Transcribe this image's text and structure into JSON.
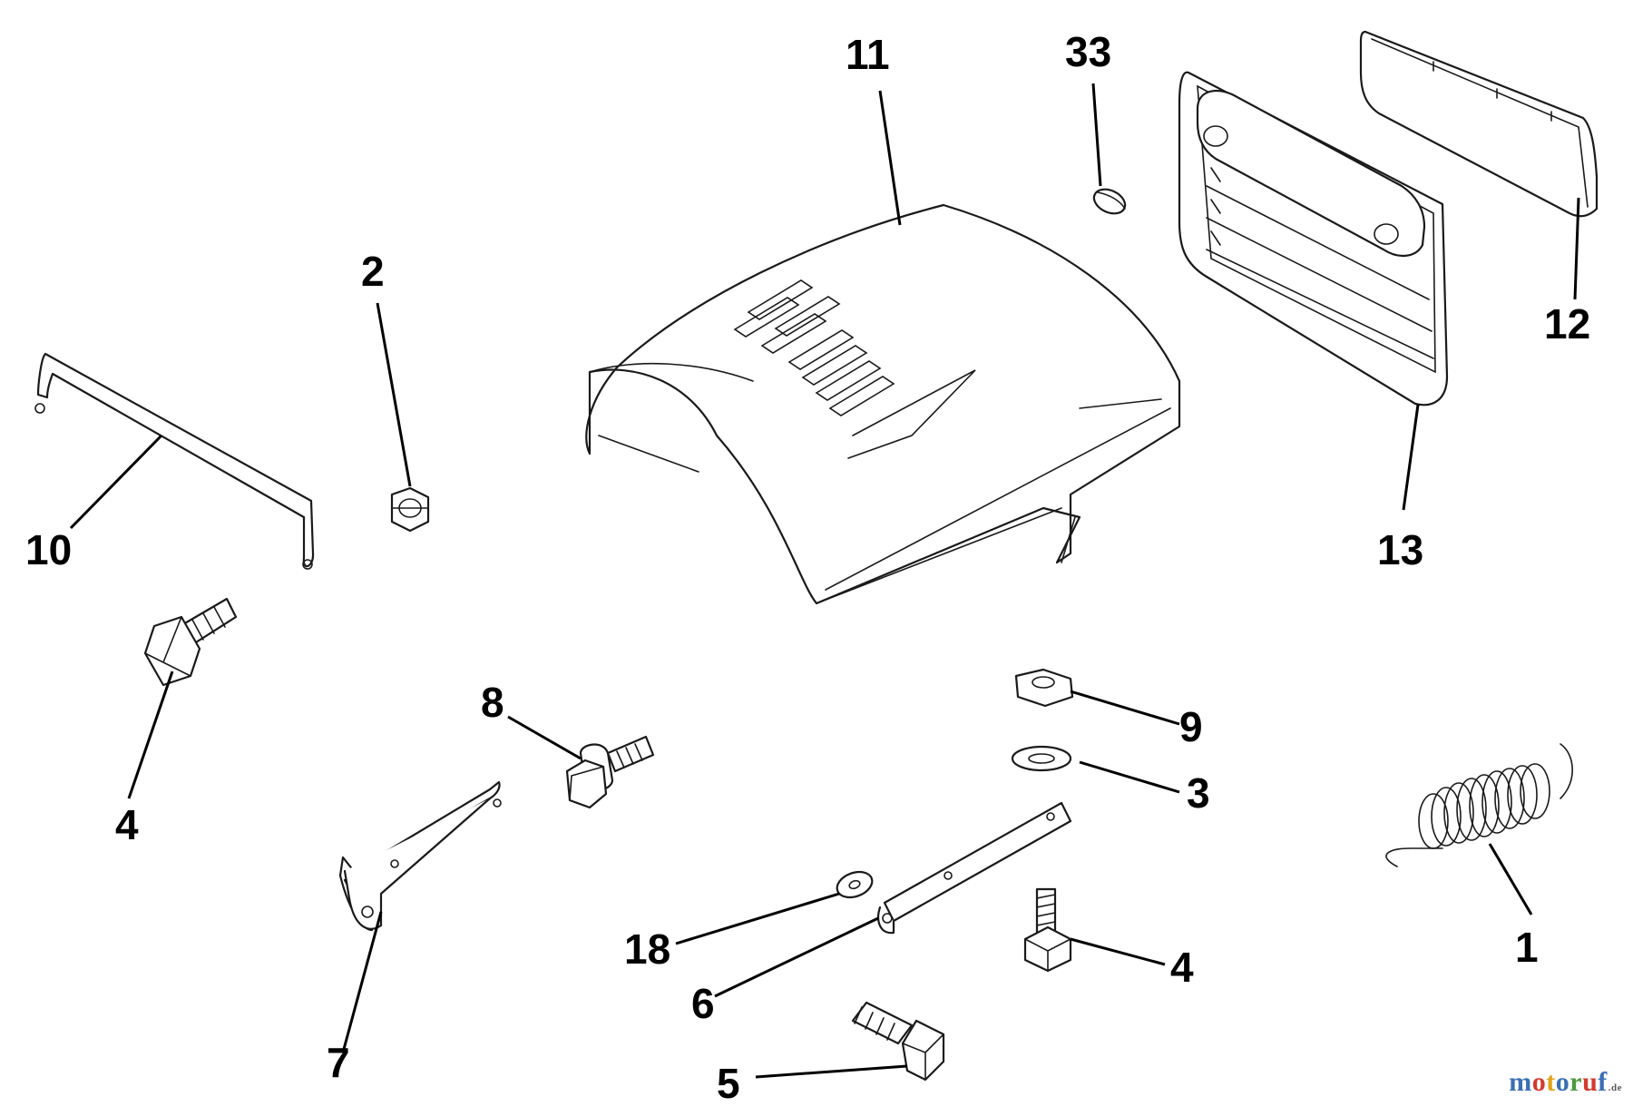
{
  "labels": {
    "l1": "1",
    "l2": "2",
    "l3": "3",
    "l4a": "4",
    "l4b": "4",
    "l5": "5",
    "l6": "6",
    "l7": "7",
    "l8": "8",
    "l9": "9",
    "l10": "10",
    "l11": "11",
    "l12": "12",
    "l13": "13",
    "l18": "18",
    "l33": "33"
  },
  "watermark": {
    "letters": [
      "m",
      "o",
      "t",
      "o",
      "r",
      "u",
      "f"
    ],
    "colors": [
      "#3a6fb5",
      "#d23b2e",
      "#e3a21a",
      "#3a6fb5",
      "#4d9a3c",
      "#d23b2e",
      "#3a6fb5"
    ],
    "suffix": ".de"
  }
}
